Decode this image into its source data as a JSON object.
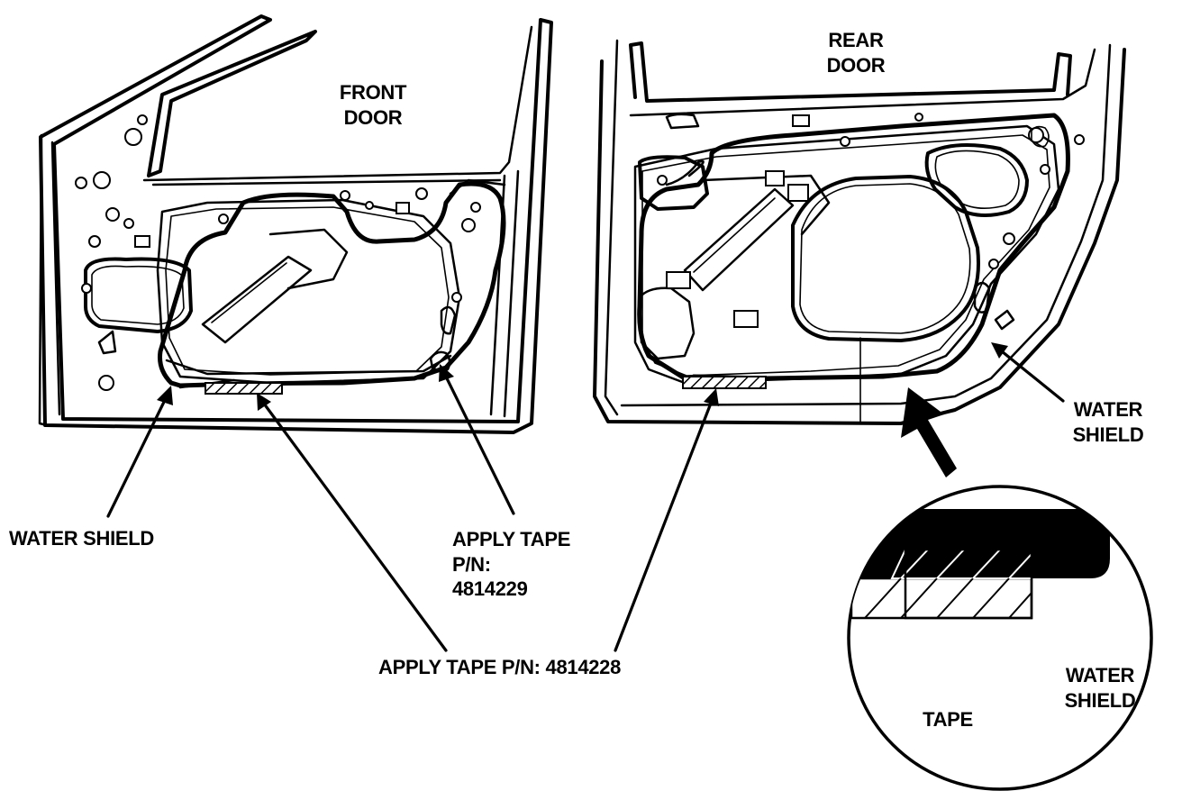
{
  "labels": {
    "front_door": [
      "FRONT",
      "DOOR"
    ],
    "rear_door": [
      "REAR",
      "DOOR"
    ],
    "water_shield_left": "WATER SHIELD",
    "apply_tape_small": [
      "APPLY TAPE",
      "P/N:",
      "4814229"
    ],
    "apply_tape_main": "APPLY TAPE P/N: 4814228",
    "water_shield_right": [
      "WATER",
      "SHIELD"
    ],
    "detail_tape": "TAPE",
    "detail_water_shield": [
      "WATER",
      "SHIELD"
    ]
  },
  "colors": {
    "ink": "#000000",
    "paper": "#ffffff"
  }
}
